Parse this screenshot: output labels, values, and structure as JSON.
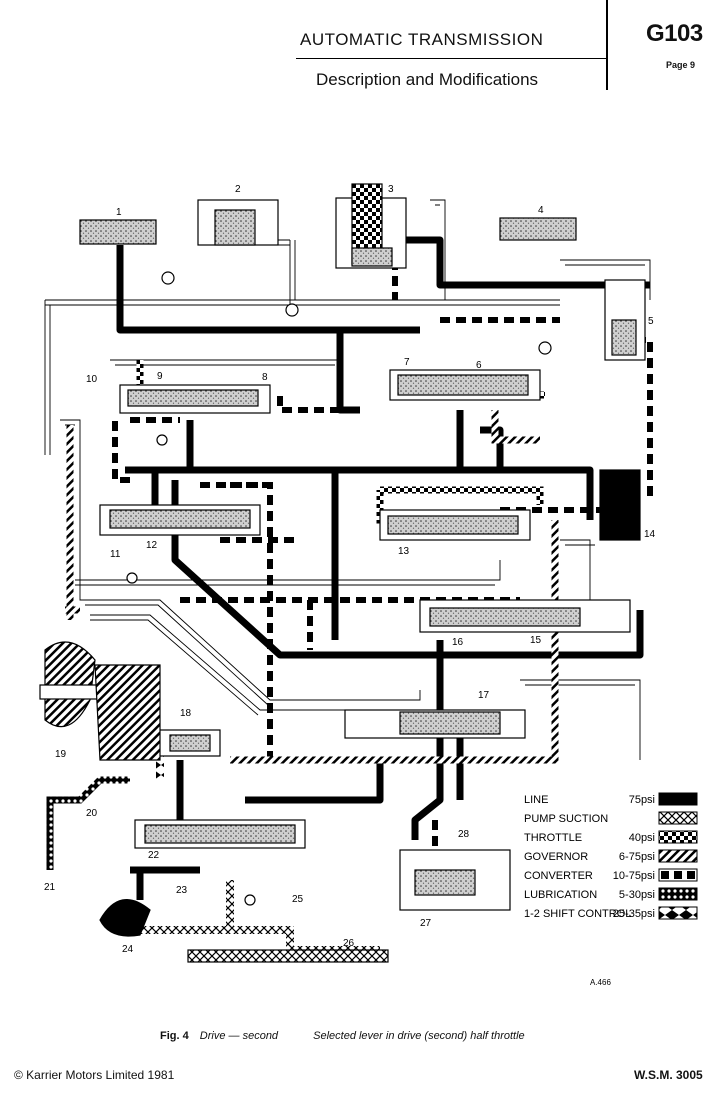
{
  "header": {
    "title": "AUTOMATIC TRANSMISSION",
    "subtitle": "Description and Modifications",
    "code": "G103",
    "page": "Page 9"
  },
  "diagram": {
    "callouts": [
      "1",
      "2",
      "3",
      "4",
      "5",
      "6",
      "7",
      "8",
      "9",
      "10",
      "11",
      "12",
      "13",
      "14",
      "15",
      "16",
      "17",
      "18",
      "19",
      "20",
      "21",
      "22",
      "23",
      "24",
      "25",
      "26",
      "27",
      "28"
    ],
    "ref": "A.466",
    "legend": [
      {
        "label": "LINE",
        "value": "75psi",
        "pattern": "solid"
      },
      {
        "label": "PUMP SUCTION",
        "value": "",
        "pattern": "cross"
      },
      {
        "label": "THROTTLE",
        "value": "40psi",
        "pattern": "checker"
      },
      {
        "label": "GOVERNOR",
        "value": "6-75psi",
        "pattern": "hatch"
      },
      {
        "label": "CONVERTER",
        "value": "10-75psi",
        "pattern": "dash"
      },
      {
        "label": "LUBRICATION",
        "value": "5-30psi",
        "pattern": "dots"
      },
      {
        "label": "1-2 SHIFT CONTROL",
        "value": "25-35psi",
        "pattern": "bowtie"
      }
    ]
  },
  "caption": {
    "fig": "Fig. 4",
    "mode": "Drive — second",
    "text": "Selected lever in drive (second) half throttle"
  },
  "footer": {
    "copyright": "©  Karrier Motors Limited 1981",
    "code": "W.S.M. 3005"
  }
}
